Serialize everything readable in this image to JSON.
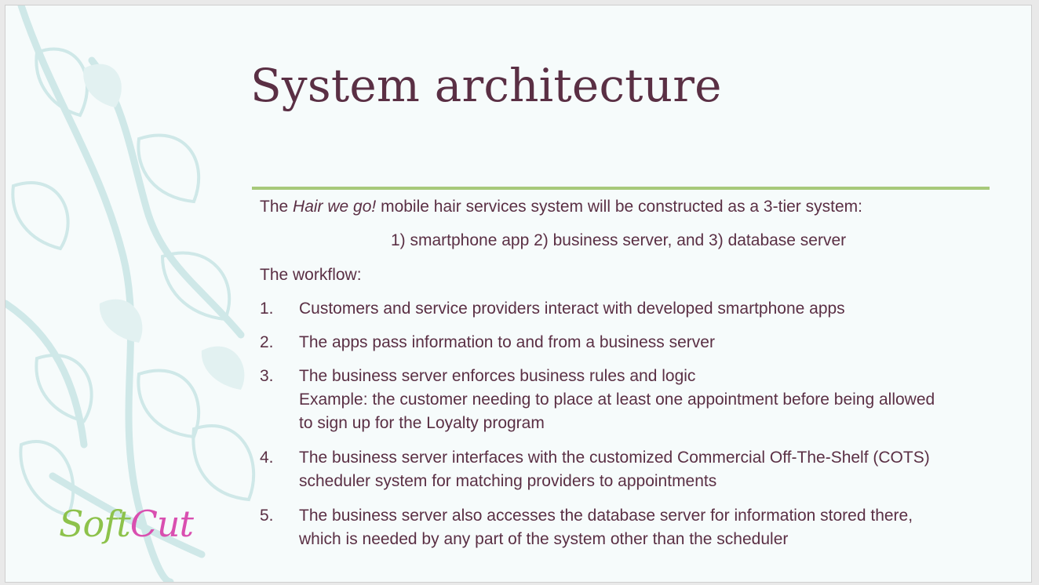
{
  "slide": {
    "title": "System architecture",
    "intro": {
      "before": "The ",
      "emphasis": "Hair we go!",
      "after": " mobile hair services system will be constructed as a 3-tier system:"
    },
    "tiers": "1) smartphone app 2) business server, and 3) database server",
    "workflow_label": "The workflow:",
    "steps": [
      {
        "num": "1.",
        "lines": [
          "Customers and service providers interact with developed smartphone apps"
        ]
      },
      {
        "num": "2.",
        "lines": [
          "The apps pass information to and from a business server"
        ]
      },
      {
        "num": "3.",
        "lines": [
          "The business server enforces business rules and logic",
          "Example: the customer needing to place at least one appointment before being allowed",
          "to sign up for the Loyalty program"
        ]
      },
      {
        "num": "4.",
        "lines": [
          "The business server interfaces with the customized Commercial Off-The-Shelf (COTS)",
          "scheduler system for matching providers to appointments"
        ]
      },
      {
        "num": "5.",
        "lines": [
          "The business server also accesses the database server for information stored there,",
          "which is needed by any part of the system other than the scheduler"
        ]
      }
    ],
    "logo": {
      "part1": "Soft",
      "part2": "Cut"
    }
  },
  "colors": {
    "title_text": "#5a2f44",
    "rule": "#a7c97a",
    "background": "#f6fbfb",
    "leaf_decor": "#cfe8e8",
    "logo_green": "#8dc24b",
    "logo_pink": "#d94fb0"
  },
  "icons": {
    "decor": "leaf-vine-decoration"
  }
}
